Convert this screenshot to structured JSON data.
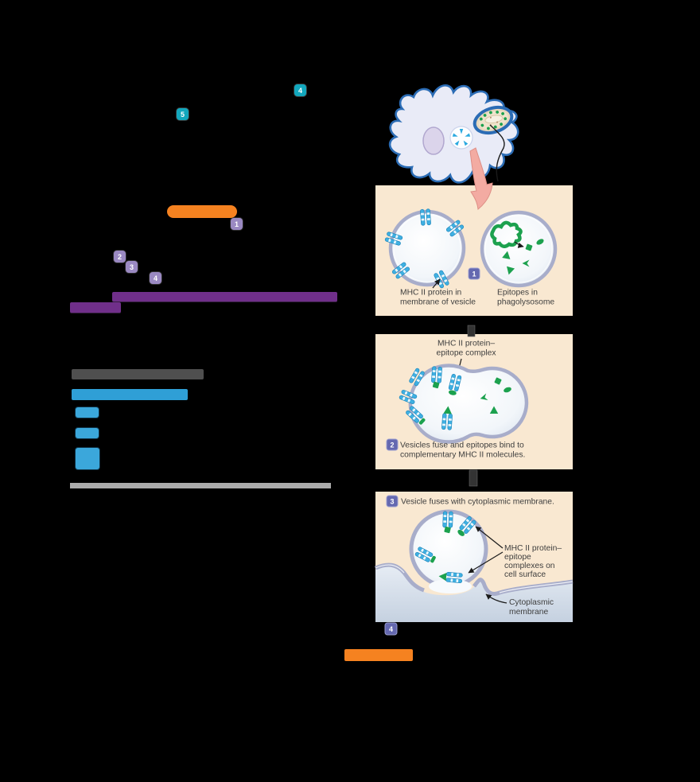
{
  "left_panel": {
    "teal_badge_1": "4",
    "teal_badge_2": "5",
    "purple_badge_1": "1",
    "purple_badge_2": "2",
    "purple_badge_3": "3",
    "purple_badge_4": "4"
  },
  "figure": {
    "step_badges": {
      "s1": "1",
      "s2": "2",
      "s3": "3",
      "s4": "4"
    },
    "panel1": {
      "left_label_line1": "MHC II protein in",
      "left_label_line2": "membrane of vesicle",
      "right_label_line1": "Epitopes in",
      "right_label_line2": "phagolysosome"
    },
    "panel2": {
      "top_label_line1": "MHC II protein–",
      "top_label_line2": "epitope complex",
      "caption_line1": "Vesicles fuse and epitopes bind to",
      "caption_line2": "complementary MHC II molecules."
    },
    "panel3": {
      "heading": "Vesicle fuses with cytoplasmic membrane.",
      "surface_label_line1": "MHC II protein–",
      "surface_label_line2": "epitope",
      "surface_label_line3": "complexes on",
      "surface_label_line4": "cell surface",
      "membrane_label_line1": "Cytoplasmic",
      "membrane_label_line2": "membrane"
    }
  },
  "colors": {
    "accent_teal": "#12A7BD",
    "accent_purple": "#9A89C2",
    "accent_orange": "#F58220",
    "highlight_purple": "#702F8A",
    "link_blue": "#3BA7DB",
    "figure_step_badge": "#6468B0",
    "epitope_green": "#1CA14E",
    "mhc_cyan": "#3FB0E2",
    "panel_peach": "#F9E8D1"
  }
}
